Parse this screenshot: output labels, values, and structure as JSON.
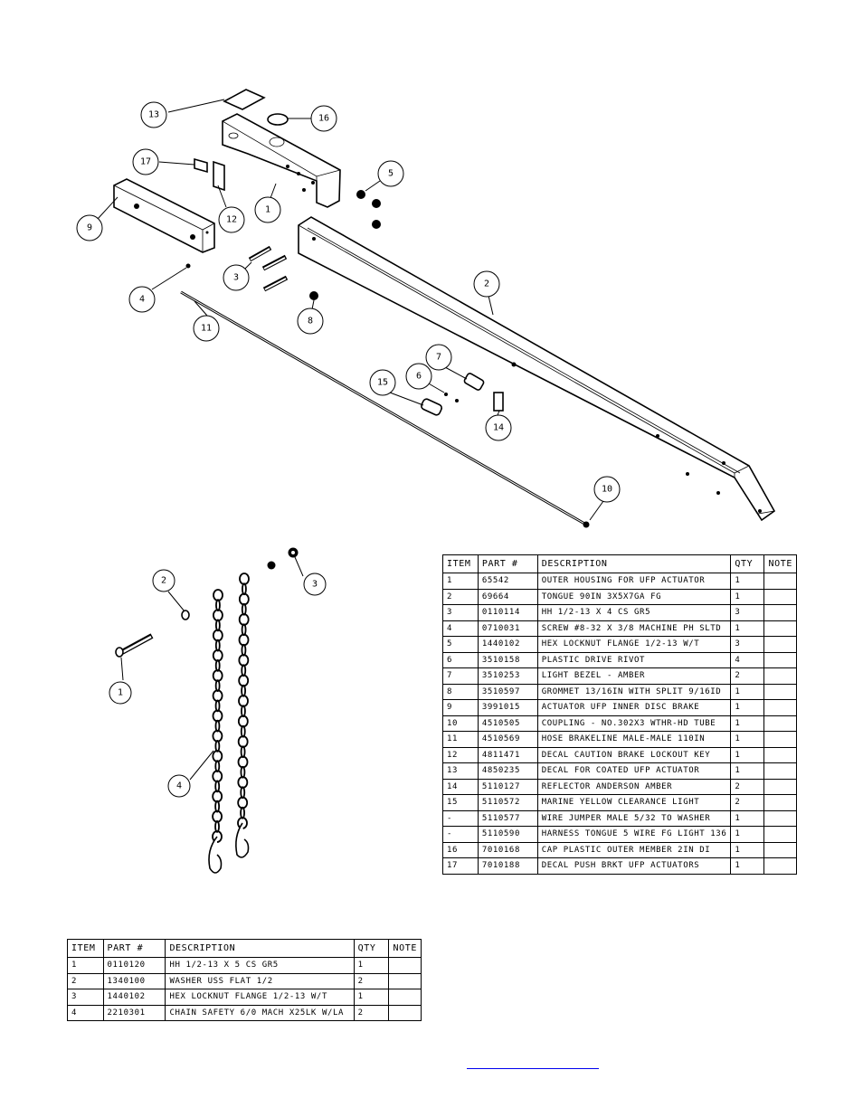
{
  "callouts_main": [
    "13",
    "16",
    "17",
    "12",
    "1",
    "9",
    "5",
    "3",
    "4",
    "11",
    "8",
    "2",
    "7",
    "6",
    "15",
    "14",
    "10"
  ],
  "callouts_chain": [
    "2",
    "3",
    "1",
    "4"
  ],
  "bom_main": {
    "headers": [
      "ITEM",
      "PART #",
      "DESCRIPTION",
      "QTY",
      "NOTE"
    ],
    "rows": [
      [
        "1",
        "65542",
        "OUTER HOUSING FOR UFP ACTUATOR",
        "1",
        ""
      ],
      [
        "2",
        "69664",
        "TONGUE 90IN 3X5X7GA FG",
        "1",
        ""
      ],
      [
        "3",
        "0110114",
        "HH 1/2-13 X 4 CS GR5",
        "3",
        ""
      ],
      [
        "4",
        "0710031",
        "SCREW #8-32 X 3/8 MACHINE PH SLTD",
        "1",
        ""
      ],
      [
        "5",
        "1440102",
        "HEX LOCKNUT FLANGE 1/2-13 W/T",
        "3",
        ""
      ],
      [
        "6",
        "3510158",
        "PLASTIC DRIVE RIVOT",
        "4",
        ""
      ],
      [
        "7",
        "3510253",
        "LIGHT BEZEL - AMBER",
        "2",
        ""
      ],
      [
        "8",
        "3510597",
        "GROMMET 13/16IN  WITH SPLIT 9/16ID",
        "1",
        ""
      ],
      [
        "9",
        "3991015",
        "ACTUATOR UFP INNER  DISC BRAKE",
        "1",
        ""
      ],
      [
        "10",
        "4510505",
        "COUPLING - NO.302X3 WTHR-HD TUBE",
        "1",
        ""
      ],
      [
        "11",
        "4510569",
        "HOSE BRAKELINE MALE-MALE 110IN",
        "1",
        ""
      ],
      [
        "12",
        "4811471",
        "DECAL CAUTION BRAKE LOCKOUT KEY",
        "1",
        ""
      ],
      [
        "13",
        "4850235",
        "DECAL FOR COATED UFP ACTUATOR",
        "1",
        ""
      ],
      [
        "14",
        "5110127",
        "REFLECTOR ANDERSON AMBER",
        "2",
        ""
      ],
      [
        "15",
        "5110572",
        "MARINE YELLOW CLEARANCE LIGHT",
        "2",
        ""
      ],
      [
        "-",
        "5110577",
        "WIRE JUMPER MALE 5/32 TO WASHER",
        "1",
        ""
      ],
      [
        "-",
        "5110590",
        "HARNESS TONGUE 5 WIRE FG LIGHT 136",
        "1",
        ""
      ],
      [
        "16",
        "7010168",
        "CAP  PLASTIC OUTER MEMBER 2IN DI",
        "1",
        ""
      ],
      [
        "17",
        "7010188",
        "DECAL PUSH BRKT UFP ACTUATORS",
        "1",
        ""
      ]
    ]
  },
  "bom_chain": {
    "headers": [
      "ITEM",
      "PART #",
      "DESCRIPTION",
      "QTY",
      "NOTE"
    ],
    "rows": [
      [
        "1",
        "0110120",
        "HH 1/2-13 X 5 CS GR5",
        "1",
        ""
      ],
      [
        "2",
        "1340100",
        "WASHER USS FLAT 1/2",
        "2",
        ""
      ],
      [
        "3",
        "1440102",
        "HEX LOCKNUT FLANGE 1/2-13 W/T",
        "1",
        ""
      ],
      [
        "4",
        "2210301",
        "CHAIN SAFETY 6/0 MACH X25LK W/LA",
        "2",
        ""
      ]
    ]
  }
}
